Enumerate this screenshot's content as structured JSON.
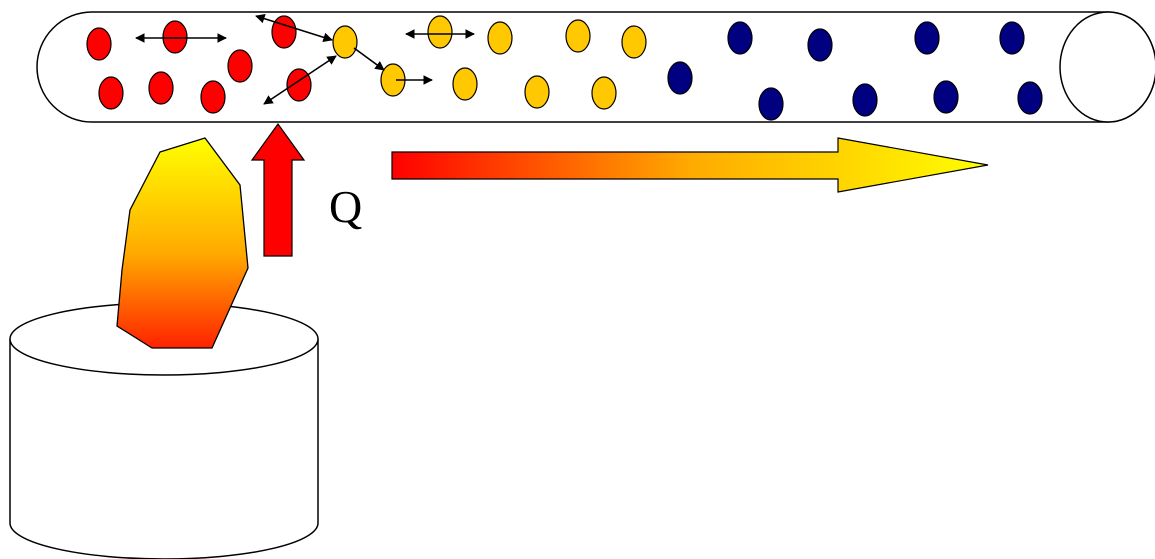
{
  "diagram": {
    "heat_label": "Q",
    "colors": {
      "hot": "#ff0000",
      "warm": "#ffc800",
      "cool": "#000080",
      "outline": "#000000",
      "arrow_start": "#ff0000",
      "arrow_end": "#ffff00"
    },
    "particle_groups": [
      {
        "name": "hot-particle",
        "color_key": "hot"
      },
      {
        "name": "warm-particle",
        "color_key": "warm"
      },
      {
        "name": "cool-particle",
        "color_key": "cool"
      }
    ]
  }
}
